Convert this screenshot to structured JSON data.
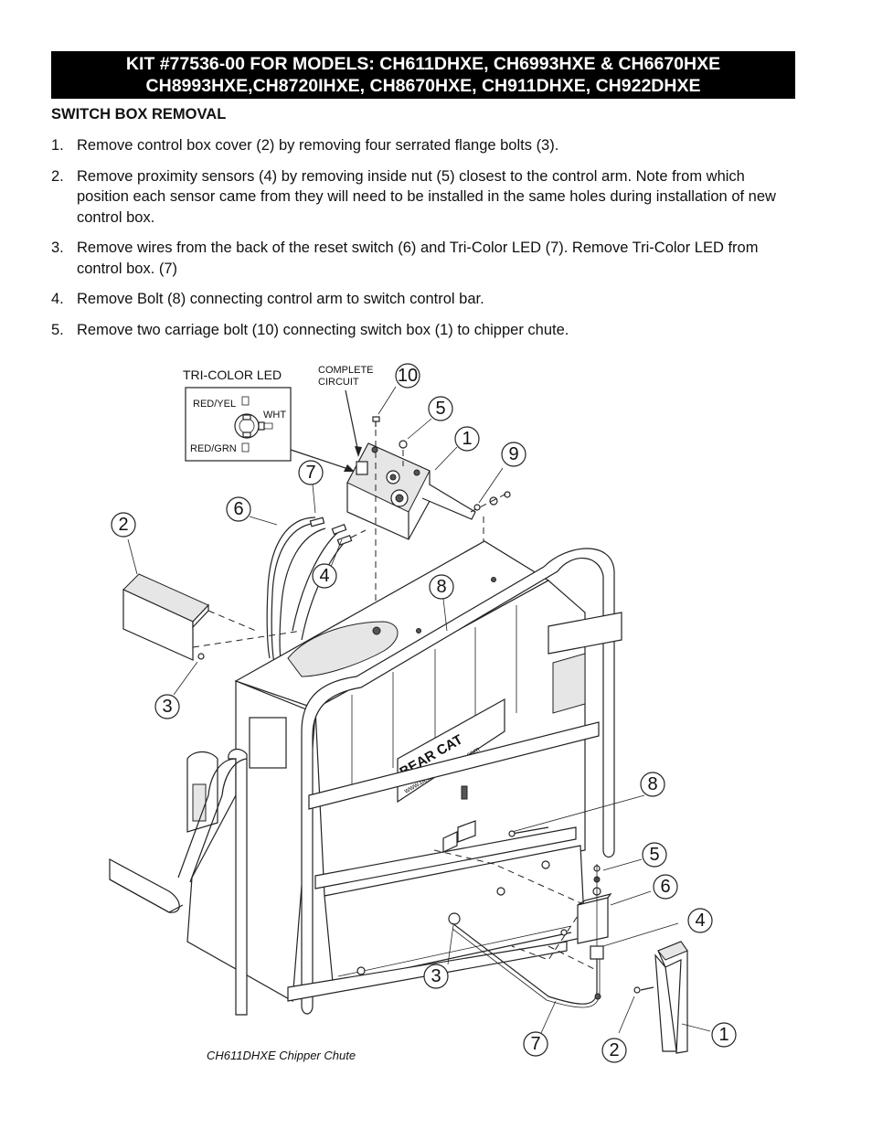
{
  "header": {
    "line1": "KIT #77536-00 FOR MODELS: CH611DHXE, CH6993HXE & CH6670HXE",
    "line2": "CH8993HXE,CH8720IHXE, CH8670HXE, CH911DHXE, CH922DHXE"
  },
  "section_title": "SWITCH BOX REMOVAL",
  "steps": [
    {
      "num": "1.",
      "text": "Remove control box cover (2) by removing four serrated flange bolts (3)."
    },
    {
      "num": "2.",
      "text": "Remove proximity sensors (4) by removing inside nut (5) closest to the control arm. Note from which position each sensor came from they will need to be installed in the same holes during installation of new control box."
    },
    {
      "num": "3.",
      "text": "Remove wires from the back of the reset switch (6) and Tri-Color LED (7). Remove Tri-Color LED from control box. (7)"
    },
    {
      "num": "4.",
      "text": "Remove Bolt (8) connecting control arm to switch control bar."
    },
    {
      "num": "5.",
      "text": "Remove two carriage bolt (10) connecting switch box (1) to chipper chute."
    }
  ],
  "diagram": {
    "led_box_title": "TRI-COLOR LED",
    "led_labels": {
      "red_yel": "RED/YEL",
      "wht": "WHT",
      "red_grn": "RED/GRN"
    },
    "complete_circuit_1": "COMPLETE",
    "complete_circuit_2": "CIRCUIT",
    "decal_brand": "BEAR CAT",
    "decal_url": "www.bearcatproducts.com",
    "caption": "CH611DHXE Chipper Chute",
    "callouts": {
      "c10": "10",
      "c5a": "5",
      "c1a": "1",
      "c9": "9",
      "c7a": "7",
      "c6a": "6",
      "c2a": "2",
      "c4a": "4",
      "c8a": "8",
      "c3a": "3",
      "c8b": "8",
      "c5b": "5",
      "c6b": "6",
      "c4b": "4",
      "c3b": "3",
      "c7b": "7",
      "c2b": "2",
      "c1b": "1"
    }
  }
}
